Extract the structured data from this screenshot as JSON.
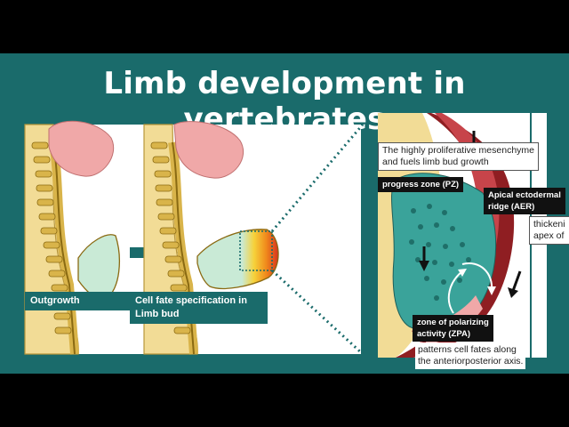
{
  "title": "Limb development in vertebrates",
  "stages": [
    {
      "label": "Outgrowth"
    },
    {
      "label": "Cell fate specification in\nLimb bud"
    }
  ],
  "detail": {
    "mesenchyme_note": "The highly proliferative mesenchyme\nand fuels limb bud growth",
    "pz_label": "progress zone (PZ)",
    "aer_label": "Apical ectodermal\nridge (AER)",
    "aer_note": "thickeni\napex of",
    "zpa_label": "zone of polarizing\nactivity (ZPA)",
    "zpa_note": "patterns cell fates along\nthe anteriorposterior axis."
  },
  "colors": {
    "background": "#1a6b6b",
    "spine": "#f2dc96",
    "vertebra": "#d9b44a",
    "organ": "#f0a8a8",
    "limb_bud": "#c9ead6",
    "mesenchyme": "#3aa39a",
    "aer": "#8f1e22"
  }
}
